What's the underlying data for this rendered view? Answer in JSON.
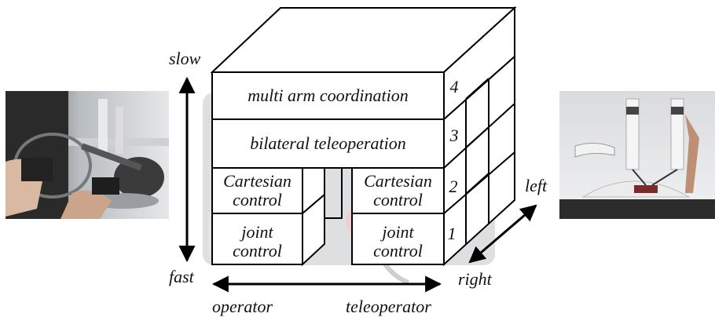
{
  "layers": {
    "l4": {
      "label": "multi arm coordination",
      "num": "4"
    },
    "l3": {
      "label": "bilateral teleoperation",
      "num": "3"
    },
    "l2": {
      "left_line1": "Cartesian",
      "left_line2": "control",
      "right_line1": "Cartesian",
      "right_line2": "control",
      "num": "2"
    },
    "l1": {
      "left_line1": "joint",
      "left_line2": "control",
      "right_line1": "joint",
      "right_line2": "control",
      "num": "1"
    }
  },
  "axes": {
    "slow": "slow",
    "fast": "fast",
    "operator": "operator",
    "teleoperator": "teleoperator",
    "left": "left",
    "right": "right"
  },
  "colors": {
    "stroke": "#000000",
    "face": "#ffffff"
  },
  "images": {
    "left_photo": "operator-haptic-device-photo",
    "right_photo": "surgical-robot-arms-photo",
    "background_photo": "control-hardware-console-photo"
  }
}
